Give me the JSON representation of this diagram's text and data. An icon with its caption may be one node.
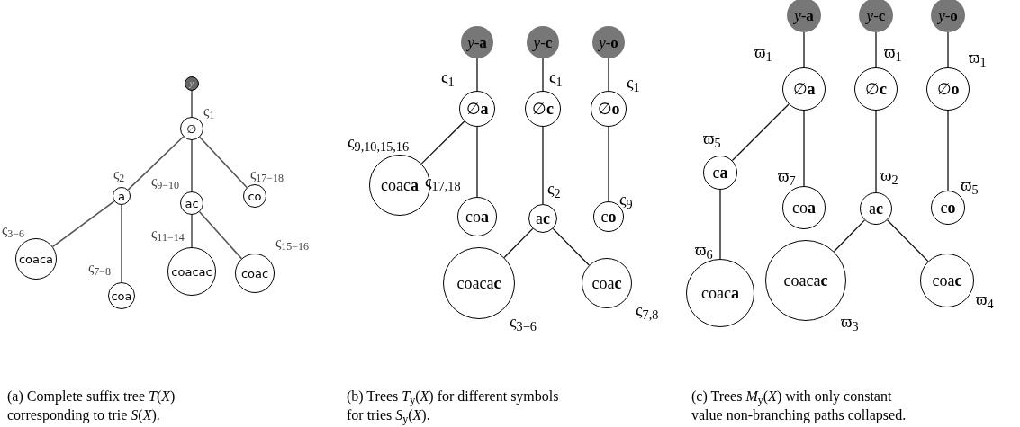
{
  "diagram": {
    "nodes": [
      {
        "text": [
          "y"
        ]
      },
      {
        "text": [
          "∅"
        ]
      },
      {
        "text": [
          "a"
        ]
      },
      {
        "text": [
          "ac"
        ]
      },
      {
        "text": [
          "co"
        ]
      },
      {
        "text": [
          "coaca"
        ]
      },
      {
        "text": [
          "coa"
        ]
      },
      {
        "text": [
          "coacac"
        ]
      },
      {
        "text": [
          "coac"
        ]
      },
      {
        "text": [
          "*y*-**a**"
        ]
      },
      {
        "text": [
          "*y*-**c**"
        ]
      },
      {
        "text": [
          "*y*-**o**"
        ]
      },
      {
        "text": [
          "∅**a**"
        ]
      },
      {
        "text": [
          "∅**c**"
        ]
      },
      {
        "text": [
          "∅**o**"
        ]
      },
      {
        "text": [
          "coac**a**"
        ]
      },
      {
        "text": [
          "co**a**"
        ]
      },
      {
        "text": [
          "a**c**"
        ]
      },
      {
        "text": [
          "c**o**"
        ]
      },
      {
        "text": [
          "coaca**c**"
        ]
      },
      {
        "text": [
          "coa**c**"
        ]
      },
      {
        "text": [
          "*y*-**a**"
        ]
      },
      {
        "text": [
          "*y*-**c**"
        ]
      },
      {
        "text": [
          "*y*-**o**"
        ]
      },
      {
        "text": [
          "∅**a**"
        ]
      },
      {
        "text": [
          "∅**c**"
        ]
      },
      {
        "text": [
          "∅**o**"
        ]
      },
      {
        "text": [
          "c**a**"
        ]
      },
      {
        "text": [
          "co**a**"
        ]
      },
      {
        "text": [
          "a**c**"
        ]
      },
      {
        "text": [
          "c**o**"
        ]
      },
      {
        "text": [
          "coac**a**"
        ]
      },
      {
        "text": [
          "coaca**c**"
        ]
      },
      {
        "text": [
          "coa**c**"
        ]
      }
    ],
    "edges": [
      {
        "from": 0,
        "to": 1,
        "arrow": "none",
        "label": "ς$_{1}$"
      },
      {
        "from": 1,
        "to": 2,
        "arrow": "none",
        "label": "ς$_{2}$"
      },
      {
        "from": 1,
        "to": 3,
        "arrow": "none",
        "label": "ς$_{9−10}$"
      },
      {
        "from": 1,
        "to": 4,
        "arrow": "none",
        "label": "ς$_{17−18}$"
      },
      {
        "from": 2,
        "to": 5,
        "arrow": "none",
        "label": "ς$_{3−6}$"
      },
      {
        "from": 2,
        "to": 6,
        "arrow": "none",
        "label": "ς$_{7−8}$"
      },
      {
        "from": 3,
        "to": 7,
        "arrow": "none",
        "label": "ς$_{11−14}$"
      },
      {
        "from": 3,
        "to": 8,
        "arrow": "none",
        "label": "ς$_{15−16}$"
      },
      {
        "from": 9,
        "to": 12,
        "arrow": "none",
        "label": "ς$_{1}$"
      },
      {
        "from": 10,
        "to": 13,
        "arrow": "none",
        "label": "ς$_{1}$"
      },
      {
        "from": 11,
        "to": 14,
        "arrow": "none",
        "label": "ς$_{1}$"
      },
      {
        "from": 12,
        "to": 15,
        "arrow": "none",
        "label": "ς$_{9,10,15,16}$"
      },
      {
        "from": 12,
        "to": 16,
        "arrow": "none",
        "label": "ς$_{17,18}$"
      },
      {
        "from": 13,
        "to": 17,
        "arrow": "none",
        "label": "ς$_{2}$"
      },
      {
        "from": 14,
        "to": 18,
        "arrow": "none",
        "label": "ς$_{9}$"
      },
      {
        "from": 17,
        "to": 19,
        "arrow": "none",
        "label": "ς$_{3−6}$"
      },
      {
        "from": 17,
        "to": 20,
        "arrow": "none",
        "label": "ς$_{7,8}$"
      },
      {
        "from": 21,
        "to": 24,
        "arrow": "none",
        "label": "ϖ$_{1}$"
      },
      {
        "from": 22,
        "to": 25,
        "arrow": "none",
        "label": "ϖ$_{1}$"
      },
      {
        "from": 23,
        "to": 26,
        "arrow": "none",
        "label": "ϖ$_{1}$"
      },
      {
        "from": 24,
        "to": 27,
        "arrow": "none",
        "label": "ϖ$_{5}$"
      },
      {
        "from": 24,
        "to": 28,
        "arrow": "none",
        "label": "ϖ$_{7}$"
      },
      {
        "from": 25,
        "to": 29,
        "arrow": "none",
        "label": "ϖ$_{2}$"
      },
      {
        "from": 26,
        "to": 30,
        "arrow": "none",
        "label": "ϖ$_{5}$"
      },
      {
        "from": 27,
        "to": 31,
        "arrow": "none",
        "label": "ϖ$_{6}$"
      },
      {
        "from": 29,
        "to": 32,
        "arrow": "none",
        "label": "ϖ$_{3}$"
      },
      {
        "from": 29,
        "to": 33,
        "arrow": "none",
        "label": "ϖ$_{4}$"
      }
    ],
    "labels": [
      "(a) Complete suffix tree *T*(*X*) corresponding to trie *S*(*X*).",
      "(b) Trees *T*$_{y}$(*X*) for different symbols for tries *S*$_{y}$(*X*).",
      "(c) Trees *M*$_{y}$(*X*) with only constant value non-branching paths collapsed."
    ]
  }
}
